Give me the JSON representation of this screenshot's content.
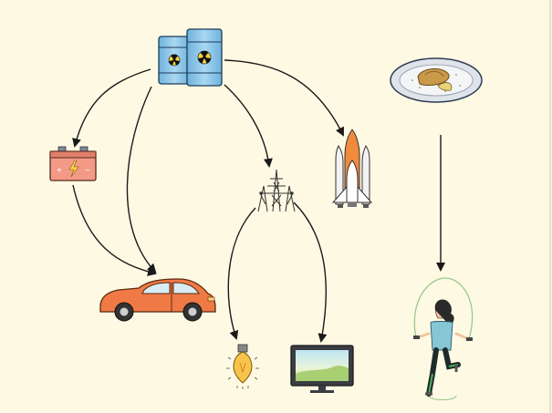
{
  "diagram": {
    "type": "energy-flow",
    "nodes": [
      {
        "id": "nuclear-barrels",
        "icon": "radioactive-barrel-icon"
      },
      {
        "id": "battery",
        "icon": "battery-icon"
      },
      {
        "id": "power-pylon",
        "icon": "power-pylon-icon"
      },
      {
        "id": "space-shuttle",
        "icon": "rocket-icon"
      },
      {
        "id": "food-plate",
        "icon": "food-plate-icon"
      },
      {
        "id": "car",
        "icon": "car-icon"
      },
      {
        "id": "light-bulb",
        "icon": "light-bulb-icon"
      },
      {
        "id": "television",
        "icon": "tv-icon"
      },
      {
        "id": "girl-jumping-rope",
        "icon": "jump-rope-person-icon"
      }
    ],
    "edges": [
      {
        "from": "nuclear-barrels",
        "to": "battery"
      },
      {
        "from": "nuclear-barrels",
        "to": "car"
      },
      {
        "from": "nuclear-barrels",
        "to": "power-pylon"
      },
      {
        "from": "nuclear-barrels",
        "to": "space-shuttle"
      },
      {
        "from": "battery",
        "to": "car"
      },
      {
        "from": "power-pylon",
        "to": "light-bulb"
      },
      {
        "from": "power-pylon",
        "to": "television"
      },
      {
        "from": "food-plate",
        "to": "girl-jumping-rope"
      }
    ]
  },
  "colors": {
    "background": "#fdf9e3",
    "barrel": "#8cc6e8",
    "battery": "#f29a86",
    "car": "#f07a45",
    "arrow": "#1a1a1a"
  }
}
